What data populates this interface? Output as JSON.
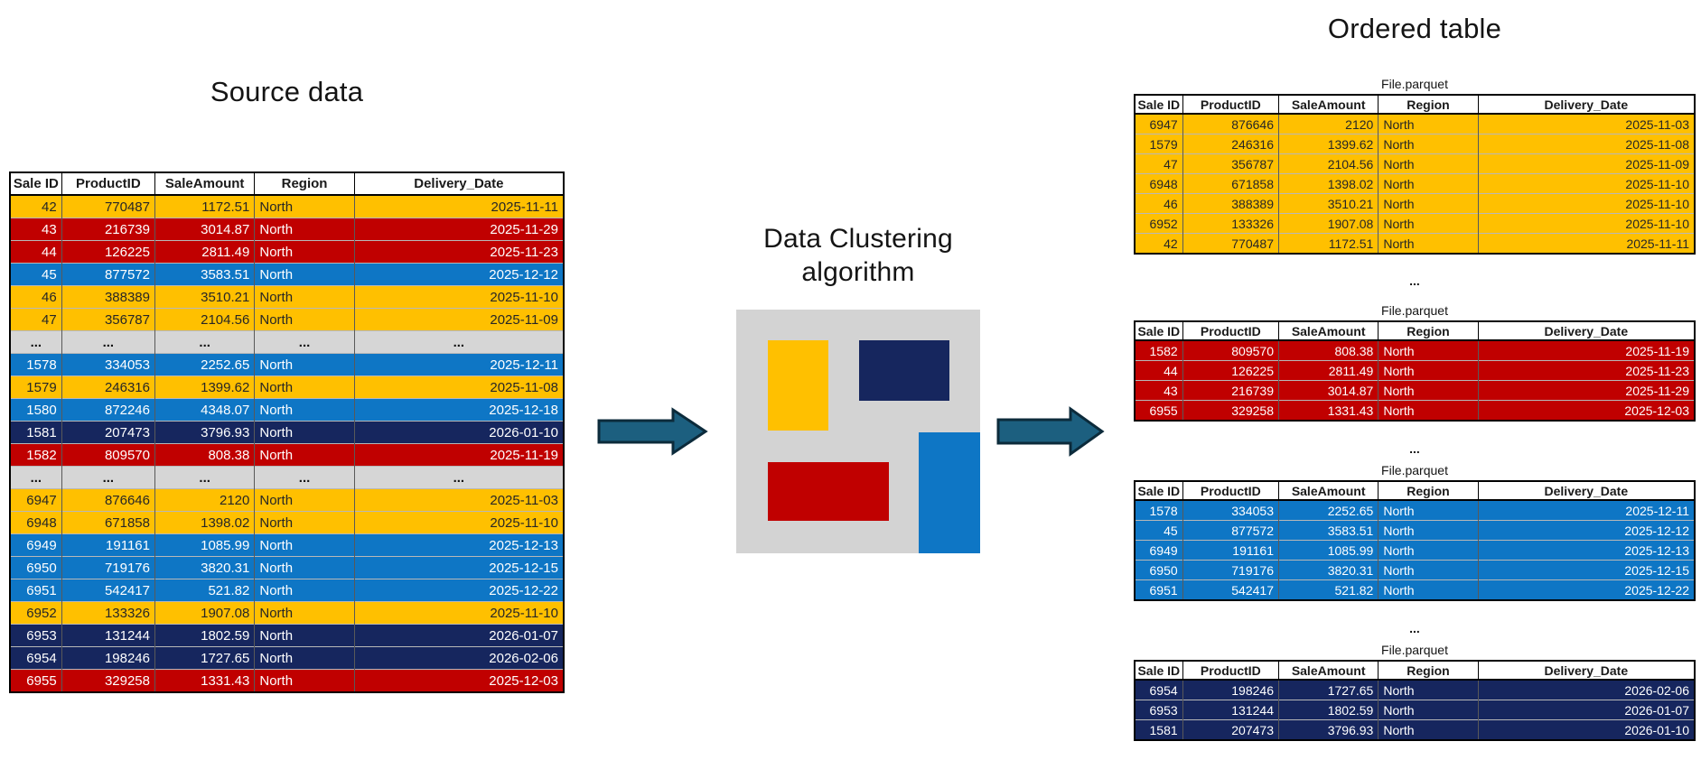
{
  "titles": {
    "source": "Source data",
    "algorithm_line1": "Data Clustering",
    "algorithm_line2": "algorithm",
    "ordered": "Ordered table"
  },
  "columns": [
    "Sale ID",
    "ProductID",
    "SaleAmount",
    "Region",
    "Delivery_Date"
  ],
  "ellipsis_text": "...",
  "source_table": {
    "rows": [
      {
        "color": "yellow",
        "cells": [
          "42",
          "770487",
          "1172.51",
          "North",
          "2025-11-11"
        ]
      },
      {
        "color": "red",
        "cells": [
          "43",
          "216739",
          "3014.87",
          "North",
          "2025-11-29"
        ]
      },
      {
        "color": "red",
        "cells": [
          "44",
          "126225",
          "2811.49",
          "North",
          "2025-11-23"
        ]
      },
      {
        "color": "blue",
        "cells": [
          "45",
          "877572",
          "3583.51",
          "North",
          "2025-12-12"
        ]
      },
      {
        "color": "yellow",
        "cells": [
          "46",
          "388389",
          "3510.21",
          "North",
          "2025-11-10"
        ]
      },
      {
        "color": "yellow",
        "cells": [
          "47",
          "356787",
          "2104.56",
          "North",
          "2025-11-09"
        ]
      },
      {
        "color": "gray",
        "cells": [
          "...",
          "...",
          "...",
          "...",
          "..."
        ]
      },
      {
        "color": "blue",
        "cells": [
          "1578",
          "334053",
          "2252.65",
          "North",
          "2025-12-11"
        ]
      },
      {
        "color": "yellow",
        "cells": [
          "1579",
          "246316",
          "1399.62",
          "North",
          "2025-11-08"
        ]
      },
      {
        "color": "blue",
        "cells": [
          "1580",
          "872246",
          "4348.07",
          "North",
          "2025-12-18"
        ]
      },
      {
        "color": "navy",
        "cells": [
          "1581",
          "207473",
          "3796.93",
          "North",
          "2026-01-10"
        ]
      },
      {
        "color": "red",
        "cells": [
          "1582",
          "809570",
          "808.38",
          "North",
          "2025-11-19"
        ]
      },
      {
        "color": "gray",
        "cells": [
          "...",
          "...",
          "...",
          "...",
          "..."
        ]
      },
      {
        "color": "yellow",
        "cells": [
          "6947",
          "876646",
          "2120",
          "North",
          "2025-11-03"
        ]
      },
      {
        "color": "yellow",
        "cells": [
          "6948",
          "671858",
          "1398.02",
          "North",
          "2025-11-10"
        ]
      },
      {
        "color": "blue",
        "cells": [
          "6949",
          "191161",
          "1085.99",
          "North",
          "2025-12-13"
        ]
      },
      {
        "color": "blue",
        "cells": [
          "6950",
          "719176",
          "3820.31",
          "North",
          "2025-12-15"
        ]
      },
      {
        "color": "blue",
        "cells": [
          "6951",
          "542417",
          "521.82",
          "North",
          "2025-12-22"
        ]
      },
      {
        "color": "yellow",
        "cells": [
          "6952",
          "133326",
          "1907.08",
          "North",
          "2025-11-10"
        ]
      },
      {
        "color": "navy",
        "cells": [
          "6953",
          "131244",
          "1802.59",
          "North",
          "2026-01-07"
        ]
      },
      {
        "color": "navy",
        "cells": [
          "6954",
          "198246",
          "1727.65",
          "North",
          "2026-02-06"
        ]
      },
      {
        "color": "red",
        "cells": [
          "6955",
          "329258",
          "1331.43",
          "North",
          "2025-12-03"
        ]
      }
    ]
  },
  "parquet_files": [
    {
      "label": "File.parquet",
      "color": "yellow",
      "rows": [
        [
          "6947",
          "876646",
          "2120",
          "North",
          "2025-11-03"
        ],
        [
          "1579",
          "246316",
          "1399.62",
          "North",
          "2025-11-08"
        ],
        [
          "47",
          "356787",
          "2104.56",
          "North",
          "2025-11-09"
        ],
        [
          "6948",
          "671858",
          "1398.02",
          "North",
          "2025-11-10"
        ],
        [
          "46",
          "388389",
          "3510.21",
          "North",
          "2025-11-10"
        ],
        [
          "6952",
          "133326",
          "1907.08",
          "North",
          "2025-11-10"
        ],
        [
          "42",
          "770487",
          "1172.51",
          "North",
          "2025-11-11"
        ]
      ]
    },
    {
      "label": "File.parquet",
      "color": "red",
      "rows": [
        [
          "1582",
          "809570",
          "808.38",
          "North",
          "2025-11-19"
        ],
        [
          "44",
          "126225",
          "2811.49",
          "North",
          "2025-11-23"
        ],
        [
          "43",
          "216739",
          "3014.87",
          "North",
          "2025-11-29"
        ],
        [
          "6955",
          "329258",
          "1331.43",
          "North",
          "2025-12-03"
        ]
      ]
    },
    {
      "label": "File.parquet",
      "color": "blue",
      "rows": [
        [
          "1578",
          "334053",
          "2252.65",
          "North",
          "2025-12-11"
        ],
        [
          "45",
          "877572",
          "3583.51",
          "North",
          "2025-12-12"
        ],
        [
          "6949",
          "191161",
          "1085.99",
          "North",
          "2025-12-13"
        ],
        [
          "6950",
          "719176",
          "3820.31",
          "North",
          "2025-12-15"
        ],
        [
          "6951",
          "542417",
          "521.82",
          "North",
          "2025-12-22"
        ]
      ]
    },
    {
      "label": "File.parquet",
      "color": "navy",
      "rows": [
        [
          "6954",
          "198246",
          "1727.65",
          "North",
          "2026-02-06"
        ],
        [
          "6953",
          "131244",
          "1802.59",
          "North",
          "2026-01-07"
        ],
        [
          "1581",
          "207473",
          "3796.93",
          "North",
          "2026-01-10"
        ]
      ]
    }
  ],
  "colors": {
    "yellow": "#FFC000",
    "red": "#C00000",
    "blue": "#0E76C5",
    "navy": "#16265E",
    "gray_row": "#D6D6D6",
    "panel_gray": "#D3D3D3",
    "arrow_fill": "#1C5F7F",
    "arrow_stroke": "#0C2B3B"
  }
}
